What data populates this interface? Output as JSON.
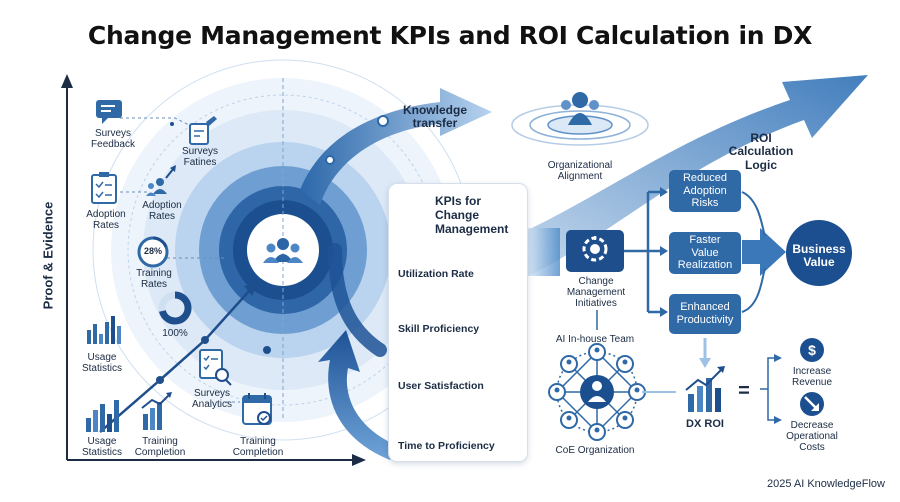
{
  "title": "Change Management KPIs and ROI Calculation in DX",
  "y_axis_label": "Proof & Evidence",
  "left_labels": {
    "surveys_feedback": "Surveys\nFeedback",
    "surveys_fatines": "Surveys\nFatines",
    "adoption_rates_1": "Adoption\nRates",
    "adoption_rates_2": "Adoption\nRates",
    "training_rates": "Training\nRates",
    "usage_statistics_1": "Usage\nStatistics",
    "usage_statistics_2": "Usage\nStatistics",
    "surveys_analytics": "Surveys\nAnalytics",
    "training_completion_1": "Training\nCompletion",
    "training_completion_2": "Training\nCompletion"
  },
  "gauges": {
    "training_percent": "28%",
    "full_percent": "100%"
  },
  "knowledge_transfer": "Knowledge\ntransfer",
  "org_alignment": "Organizational\nAlignment",
  "roi_logic": "ROI\nCalculation\nLogic",
  "kpi_panel": {
    "title": "KPIs for Change\nManagement",
    "rows": [
      "Utilization Rate",
      "Skill Proficiency",
      "User Satisfaction",
      "Time to Proficiency"
    ]
  },
  "change_initiatives": "Change\nManagement\nInitiatives",
  "ai_team": "AI In-house Team",
  "coe": "CoE Organization",
  "outcomes": [
    "Reduced\nAdoption\nRisks",
    "Faster\nValue\nRealization",
    "Enhanced\nProductivity"
  ],
  "business_value": "Business\nValue",
  "dx_roi": "DX ROI",
  "equals": "=",
  "results": [
    "Increase\nRevenue",
    "Decrease\nOperational\nCosts"
  ],
  "footer": "2025 AI KnowledgeFlow",
  "colors": {
    "dark_blue": "#1f4e8c",
    "mid_blue": "#2f69a6",
    "light_blue": "#cfe0f3",
    "text": "#1b2c44"
  }
}
